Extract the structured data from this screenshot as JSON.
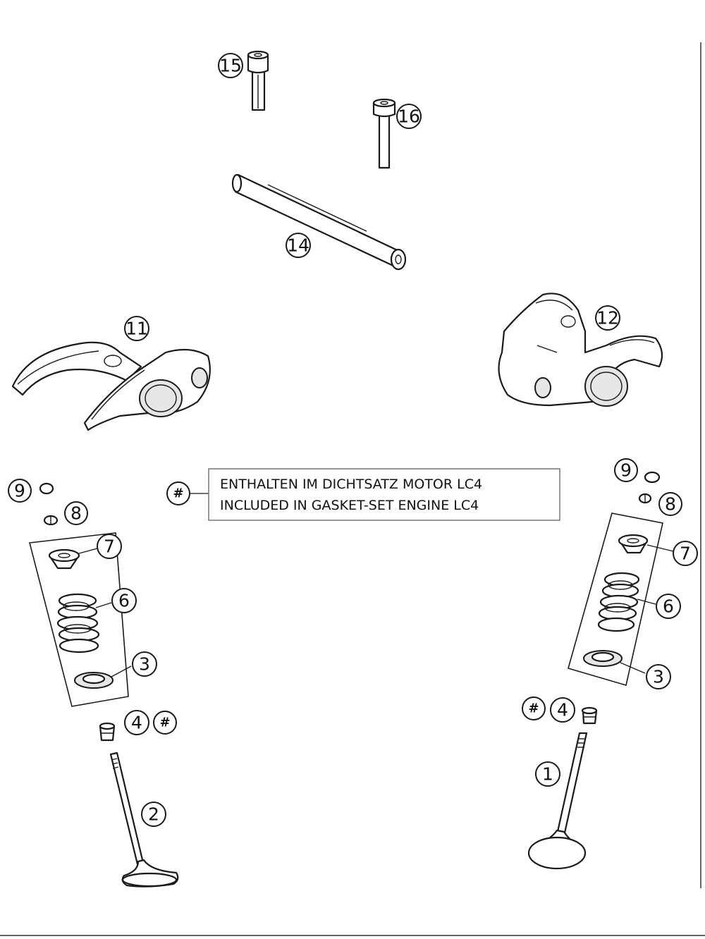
{
  "note": {
    "symbol": "#",
    "line1": "ENTHALTEN IM DICHTSATZ MOTOR LC4",
    "line2": "INCLUDED IN GASKET-SET ENGINE LC4"
  },
  "callouts": {
    "c15": "15",
    "c16": "16",
    "c14": "14",
    "c11": "11",
    "c12": "12",
    "c9_left": "9",
    "c8_left": "8",
    "c7_left": "7",
    "c6_left": "6",
    "c3_left": "3",
    "c4_left": "4",
    "hash_left": "#",
    "c2": "2",
    "c9_right": "9",
    "c8_right": "8",
    "c7_right": "7",
    "c6_right": "6",
    "c3_right": "3",
    "c4_right": "4",
    "hash_right": "#",
    "c1": "1"
  }
}
